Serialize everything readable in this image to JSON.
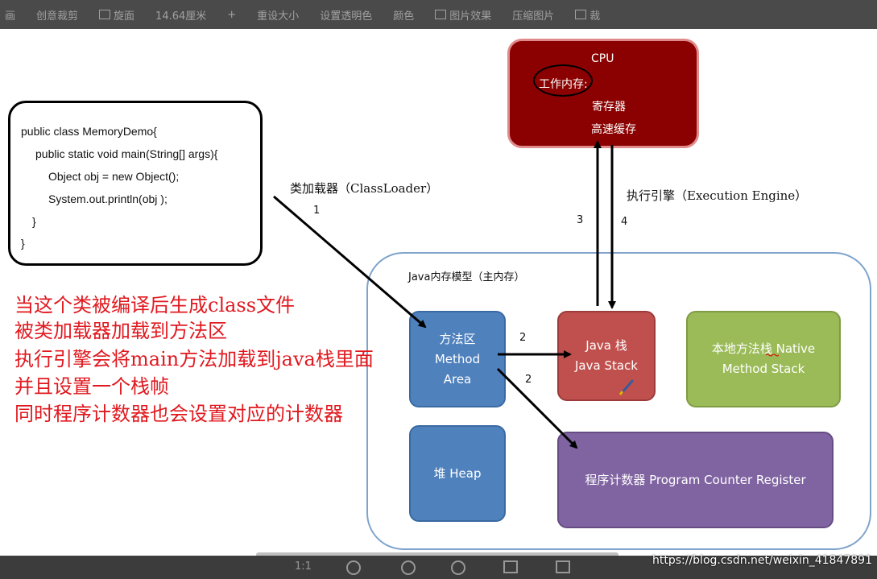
{
  "toolbar": {
    "items": [
      "画",
      "创意裁剪",
      "旋面",
      "14.64厘米",
      "+",
      "重设大小",
      "设置透明色",
      "颜色",
      "图片效果",
      "压缩图片",
      "裁"
    ]
  },
  "code": {
    "lines": [
      "public class MemoryDemo{",
      "public static void main(String[] args){",
      "Object obj = new Object();",
      "System.out.println(obj );",
      "}",
      "}"
    ]
  },
  "cpu": {
    "title": "CPU",
    "work_memory": "工作内存:",
    "register": "寄存器",
    "cache": "高速缓存"
  },
  "arrows": {
    "classloader_label": "类加载器（ClassLoader）",
    "classloader_num": "1",
    "engine_label": "执行引擎（Execution Engine）",
    "num_3": "3",
    "num_4": "4",
    "num_2a": "2",
    "num_2b": "2"
  },
  "jmm": {
    "title": "Java内存模型（主内存）",
    "method_area": [
      "方法区",
      "Method",
      "Area"
    ],
    "java_stack": [
      "Java 栈",
      "Java Stack"
    ],
    "native_stack": [
      "本地方法栈 Native",
      "Method Stack"
    ],
    "heap": "堆 Heap",
    "pc_register": "程序计数器 Program Counter Register"
  },
  "notes": [
    "当这个类被编译后生成class文件",
    "被类加载器加载到方法区",
    "执行引擎会将main方法加载到java栈里面",
    "并且设置一个栈帧",
    "同时程序计数器也会设置对应的计数器"
  ],
  "watermark": "https://blog.csdn.net/weixin_41847891",
  "bottombar": {
    "zoom": "1:1"
  },
  "colors": {
    "cpu": "#8b0000",
    "method_area": "#4f81bd",
    "java_stack": "#c0504d",
    "native_stack": "#9bbb59",
    "heap": "#4f81bd",
    "pc_register": "#8064a2",
    "notes": "#e0191f"
  }
}
